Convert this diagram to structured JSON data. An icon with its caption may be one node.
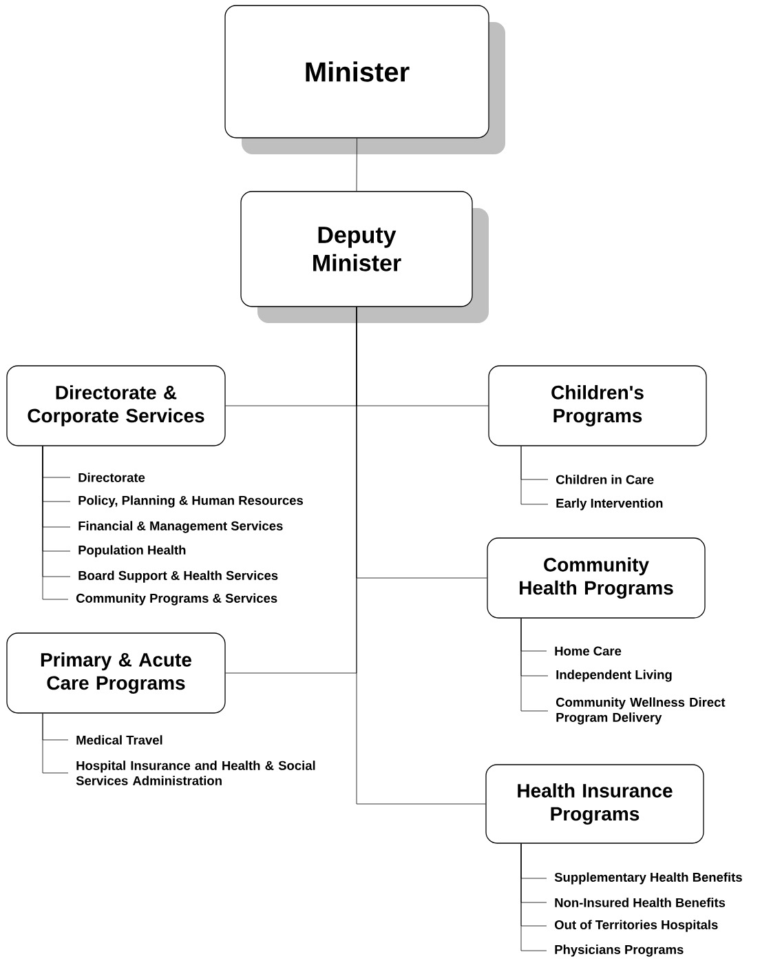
{
  "diagram": {
    "nodes": [
      {
        "text": [
          "Minister"
        ]
      },
      {
        "text": [
          "Deputy Minister"
        ]
      },
      {
        "text": [
          "Directorate & Corporate Services"
        ]
      },
      {
        "text": [
          "Children's Programs"
        ]
      },
      {
        "text": [
          "Community Health Programs"
        ]
      },
      {
        "text": [
          "Primary & Acute Care Programs"
        ]
      },
      {
        "text": [
          "Health Insurance Programs"
        ]
      },
      {
        "text": [
          "Directorate"
        ]
      },
      {
        "text": [
          "Policy, Planning & Human Resources"
        ]
      },
      {
        "text": [
          "Financial & Management Services"
        ]
      },
      {
        "text": [
          "Population Health"
        ]
      },
      {
        "text": [
          "Board Support & Health Services"
        ]
      },
      {
        "text": [
          "Community Programs & Services"
        ]
      },
      {
        "text": [
          "Children in Care"
        ]
      },
      {
        "text": [
          "Early Intervention"
        ]
      },
      {
        "text": [
          "Home Care"
        ]
      },
      {
        "text": [
          "Independent Living"
        ]
      },
      {
        "text": [
          "Community Wellness Direct Program Delivery"
        ]
      },
      {
        "text": [
          "Medical Travel"
        ]
      },
      {
        "text": [
          "Hospital Insurance and Health & Social Services Administration"
        ]
      },
      {
        "text": [
          "Supplementary Health Benefits"
        ]
      },
      {
        "text": [
          "Non-Insured Health Benefits"
        ]
      },
      {
        "text": [
          "Out of Territories Hospitals"
        ]
      },
      {
        "text": [
          "Physicians Programs"
        ]
      }
    ],
    "edges": [
      {
        "from": 0,
        "to": 1,
        "arrow": "none"
      },
      {
        "from": 1,
        "to": 2,
        "arrow": "none"
      },
      {
        "from": 1,
        "to": 3,
        "arrow": "none"
      },
      {
        "from": 1,
        "to": 4,
        "arrow": "none"
      },
      {
        "from": 1,
        "to": 5,
        "arrow": "none"
      },
      {
        "from": 1,
        "to": 6,
        "arrow": "none"
      },
      {
        "from": 2,
        "to": 7,
        "arrow": "none"
      },
      {
        "from": 2,
        "to": 8,
        "arrow": "none"
      },
      {
        "from": 2,
        "to": 9,
        "arrow": "none"
      },
      {
        "from": 2,
        "to": 10,
        "arrow": "none"
      },
      {
        "from": 2,
        "to": 11,
        "arrow": "none"
      },
      {
        "from": 2,
        "to": 12,
        "arrow": "none"
      },
      {
        "from": 3,
        "to": 13,
        "arrow": "none"
      },
      {
        "from": 3,
        "to": 14,
        "arrow": "none"
      },
      {
        "from": 4,
        "to": 15,
        "arrow": "none"
      },
      {
        "from": 4,
        "to": 16,
        "arrow": "none"
      },
      {
        "from": 4,
        "to": 17,
        "arrow": "none"
      },
      {
        "from": 5,
        "to": 18,
        "arrow": "none"
      },
      {
        "from": 5,
        "to": 19,
        "arrow": "none"
      },
      {
        "from": 6,
        "to": 20,
        "arrow": "none"
      },
      {
        "from": 6,
        "to": 21,
        "arrow": "none"
      },
      {
        "from": 6,
        "to": 22,
        "arrow": "none"
      },
      {
        "from": 6,
        "to": 23,
        "arrow": "none"
      }
    ]
  }
}
